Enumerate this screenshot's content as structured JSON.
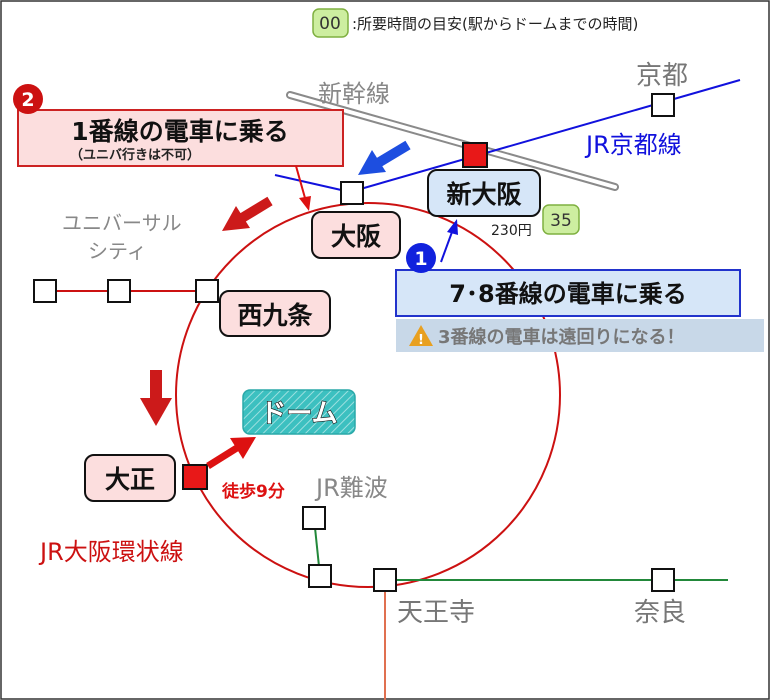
{
  "legend": {
    "badge": "00",
    "text": ":所要時間の目安(駅からドームまでの時間)"
  },
  "lines": {
    "shinkansen": "新幹線",
    "jr_kyoto": "JR京都線",
    "loop": "JR大阪環状線"
  },
  "stations": {
    "kyoto": "京都",
    "shin_osaka": "新大阪",
    "osaka": "大阪",
    "nishikujo": "西九条",
    "universal_line1": "ユニバーサル",
    "universal_line2": "シティ",
    "taisho": "大正",
    "jr_namba": "JR難波",
    "tennoji": "天王寺",
    "nara": "奈良"
  },
  "dome": "ドーム",
  "walk": "徒歩9分",
  "fare": "230円",
  "time_badge": "35",
  "step1": {
    "number": "1",
    "label": "7･8番線の電車に乗る",
    "warning": "3番線の電車は遠回りになる！"
  },
  "step2": {
    "number": "2",
    "label": "1番線の電車に乗る",
    "note": "（ユニバ行きは不可）"
  },
  "colors": {
    "loop": "#cc1111",
    "kyoto_line": "#1111dd",
    "shinkansen": "#999999",
    "green_line": "#22883a",
    "tennoji_line": "#e07050",
    "badge": "#cdeea0",
    "pink_box": "#fcdede",
    "blue_box": "#d6e6f8",
    "accent_red": "#dd1111"
  }
}
